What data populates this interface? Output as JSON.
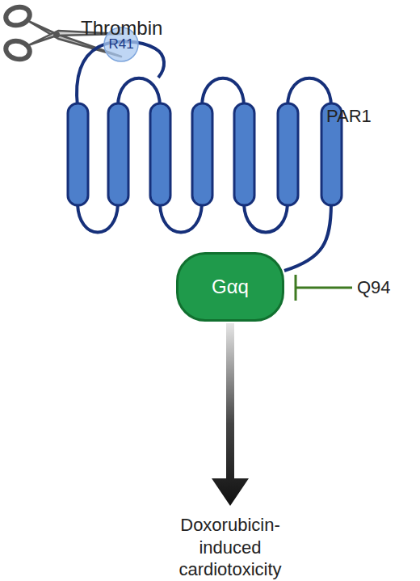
{
  "diagram": {
    "nodes": [
      {
        "text": [
          "R41"
        ]
      },
      {
        "text": [
          "Gαq"
        ]
      }
    ],
    "labels": [
      "Thrombin",
      "PAR1",
      "Q94",
      "Doxorubicin-induced cardiotoxicity"
    ]
  }
}
